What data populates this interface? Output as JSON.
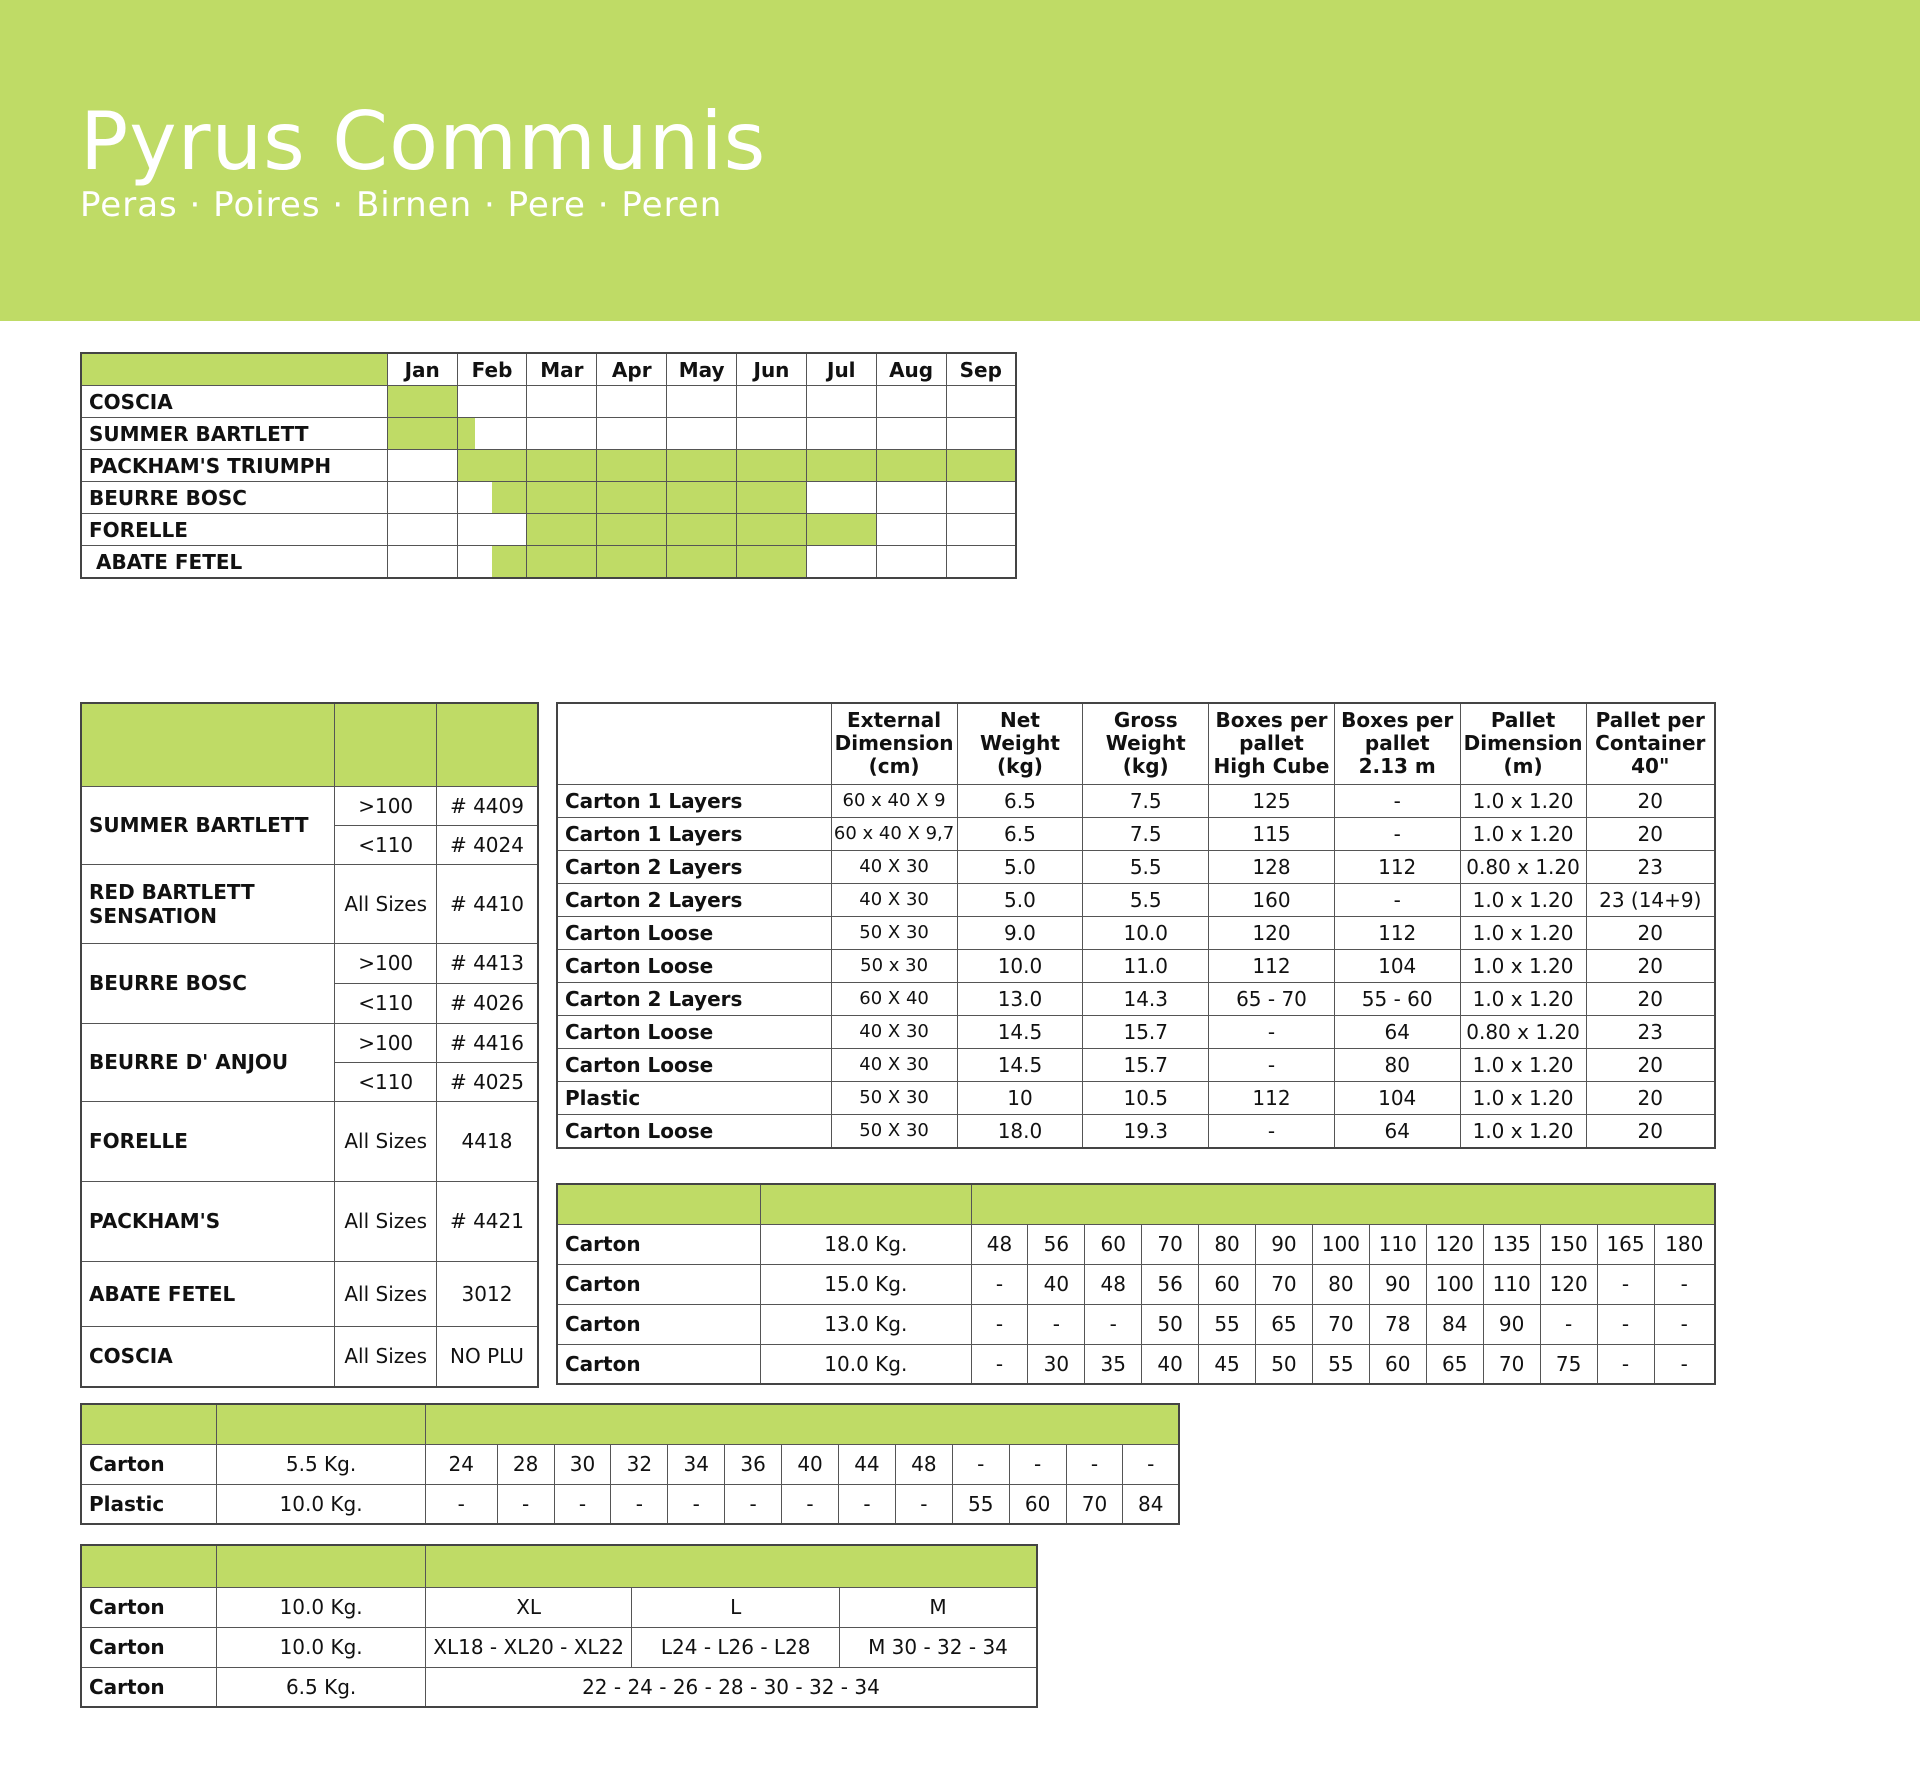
{
  "header": {
    "title": "Pyrus Communis",
    "subtitle": "Peras  · Poires · Birnen · Pere · Peren"
  },
  "colors": {
    "accent": "#bfdb66",
    "border": "#555555"
  },
  "season": {
    "months": [
      "Jan",
      "Feb",
      "Mar",
      "Apr",
      "May",
      "Jun",
      "Jul",
      "Aug",
      "Sep"
    ],
    "rows": [
      {
        "name": "COSCIA"
      },
      {
        "name": "SUMMER BARTLETT"
      },
      {
        "name": "PACKHAM'S TRIUMPH"
      },
      {
        "name": "BEURRE BOSC"
      },
      {
        "name": "FORELLE"
      },
      {
        "name": " ABATE FETEL"
      }
    ]
  },
  "plu": {
    "rows": [
      {
        "variety": "SUMMER BARTLETT",
        "size1": ">100",
        "plu1": "# 4409",
        "size2": "<110",
        "plu2": "# 4024"
      },
      {
        "variety_line1": "RED BARTLETT",
        "variety_line2": "SENSATION",
        "size": "All Sizes",
        "plu": "# 4410"
      },
      {
        "variety": "BEURRE BOSC",
        "size1": ">100",
        "plu1": "# 4413",
        "size2": "<110",
        "plu2": "# 4026"
      },
      {
        "variety": "BEURRE D' ANJOU",
        "size1": ">100",
        "plu1": "# 4416",
        "size2": "<110",
        "plu2": "# 4025"
      },
      {
        "variety": "FORELLE",
        "size": "All Sizes",
        "plu": "4418"
      },
      {
        "variety": "PACKHAM'S",
        "size": "All Sizes",
        "plu": "# 4421"
      },
      {
        "variety": "ABATE FETEL",
        "size": "All Sizes",
        "plu": "3012"
      },
      {
        "variety": "COSCIA",
        "size": "All Sizes",
        "plu": "NO PLU"
      }
    ]
  },
  "spec": {
    "headers": {
      "ext": [
        "External",
        "Dimension",
        "(cm)"
      ],
      "net": [
        "Net",
        "Weight",
        "(kg)"
      ],
      "gross": [
        "Gross",
        "Weight",
        "(kg)"
      ],
      "hc": [
        "Boxes per",
        "pallet",
        "High Cube"
      ],
      "p213": [
        "Boxes per",
        "pallet",
        "2.13 m"
      ],
      "pd": [
        "Pallet",
        "Dimension",
        "(m)"
      ],
      "ppc": [
        "Pallet per",
        "Container",
        "40\""
      ]
    },
    "rows": [
      [
        "Carton 1 Layers",
        "60 x 40 X 9",
        "6.5",
        "7.5",
        "125",
        "-",
        "1.0 x 1.20",
        "20"
      ],
      [
        "Carton 1 Layers",
        "60 x 40 X 9,7",
        "6.5",
        "7.5",
        "115",
        "-",
        "1.0 x 1.20",
        "20"
      ],
      [
        "Carton 2 Layers",
        "40 X 30",
        "5.0",
        "5.5",
        "128",
        "112",
        "0.80 x 1.20",
        "23"
      ],
      [
        "Carton 2 Layers",
        "40 X 30",
        "5.0",
        "5.5",
        "160",
        "-",
        "1.0 x 1.20",
        "23 (14+9)"
      ],
      [
        "Carton Loose",
        "50 X 30",
        "9.0",
        "10.0",
        "120",
        "112",
        "1.0 x 1.20",
        "20"
      ],
      [
        "Carton Loose",
        "50 x 30",
        "10.0",
        "11.0",
        "112",
        "104",
        "1.0 x 1.20",
        "20"
      ],
      [
        "Carton 2 Layers",
        "60 X 40",
        "13.0",
        "14.3",
        "65 - 70",
        "55 - 60",
        "1.0 x 1.20",
        "20"
      ],
      [
        "Carton Loose",
        "40 X 30",
        "14.5",
        "15.7",
        "-",
        "64",
        "0.80 x 1.20",
        "23"
      ],
      [
        "Carton Loose",
        "40 X 30",
        "14.5",
        "15.7",
        "-",
        "80",
        "1.0 x 1.20",
        "20"
      ],
      [
        "Plastic",
        "50 X 30",
        "10",
        "10.5",
        "112",
        "104",
        "1.0 x 1.20",
        "20"
      ],
      [
        "Carton Loose",
        "50 X 30",
        "18.0",
        "19.3",
        "-",
        "64",
        "1.0 x 1.20",
        "20"
      ]
    ]
  },
  "counts1": {
    "rows": [
      {
        "pack": "Carton",
        "weight": "18.0 Kg.",
        "counts": [
          "48",
          "56",
          "60",
          "70",
          "80",
          "90",
          "100",
          "110",
          "120",
          "135",
          "150",
          "165",
          "180"
        ]
      },
      {
        "pack": "Carton",
        "weight": "15.0 Kg.",
        "counts": [
          "-",
          "40",
          "48",
          "56",
          "60",
          "70",
          "80",
          "90",
          "100",
          "110",
          "120",
          "-",
          "-"
        ]
      },
      {
        "pack": "Carton",
        "weight": "13.0 Kg.",
        "counts": [
          "-",
          "-",
          "-",
          "50",
          "55",
          "65",
          "70",
          "78",
          "84",
          "90",
          "-",
          "-",
          "-"
        ]
      },
      {
        "pack": "Carton",
        "weight": "10.0 Kg.",
        "counts": [
          "-",
          "30",
          "35",
          "40",
          "45",
          "50",
          "55",
          "60",
          "65",
          "70",
          "75",
          "-",
          "-"
        ]
      }
    ]
  },
  "counts2": {
    "rows": [
      {
        "pack": "Carton",
        "weight": "5.5 Kg.",
        "counts": [
          "24",
          "28",
          "30",
          "32",
          "34",
          "36",
          "40",
          "44",
          "48",
          "-",
          "-",
          "-",
          "-"
        ]
      },
      {
        "pack": "Plastic",
        "weight": "10.0 Kg.",
        "counts": [
          "-",
          "-",
          "-",
          "-",
          "-",
          "-",
          "-",
          "-",
          "-",
          "55",
          "60",
          "70",
          "84"
        ]
      }
    ]
  },
  "counts3": {
    "rows": [
      {
        "pack": "Carton",
        "weight": "10.0 Kg.",
        "xl": "XL",
        "l": "L",
        "m": "M"
      },
      {
        "pack": "Carton",
        "weight": "10.0 Kg.",
        "xl": "XL18 - XL20 - XL22",
        "l": "L24 - L26 - L28",
        "m": "M 30 - 32 - 34"
      },
      {
        "pack": "Carton",
        "weight": "6.5 Kg.",
        "all": "22 - 24 - 26 - 28 - 30 - 32 - 34"
      }
    ]
  }
}
